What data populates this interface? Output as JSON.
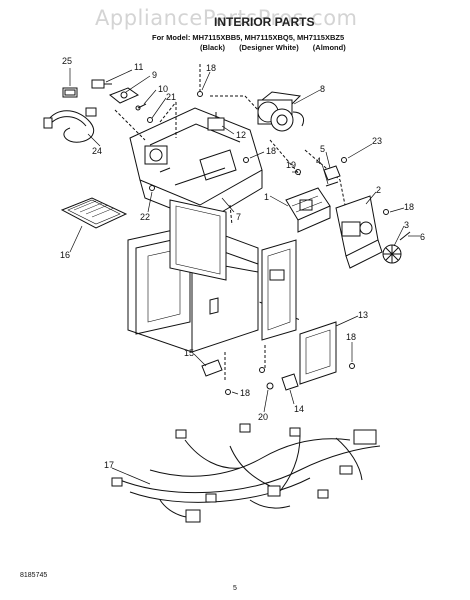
{
  "watermark": "AppliancePartsPros.com",
  "title": "INTERIOR PARTS",
  "models_line": "For Model: MH7115XBB5, MH7115XBQ5, MH7115XBZ5",
  "colors": [
    "(Black)",
    "(Designer White)",
    "(Almond)"
  ],
  "footer_code": "8185745",
  "page_number": "5",
  "callouts": [
    "25",
    "11",
    "9",
    "10",
    "21",
    "18",
    "8",
    "12",
    "18",
    "24",
    "5",
    "23",
    "19",
    "4",
    "1",
    "2",
    "18",
    "3",
    "6",
    "22",
    "7",
    "16",
    "13",
    "18",
    "15",
    "18",
    "20",
    "14",
    "17"
  ]
}
